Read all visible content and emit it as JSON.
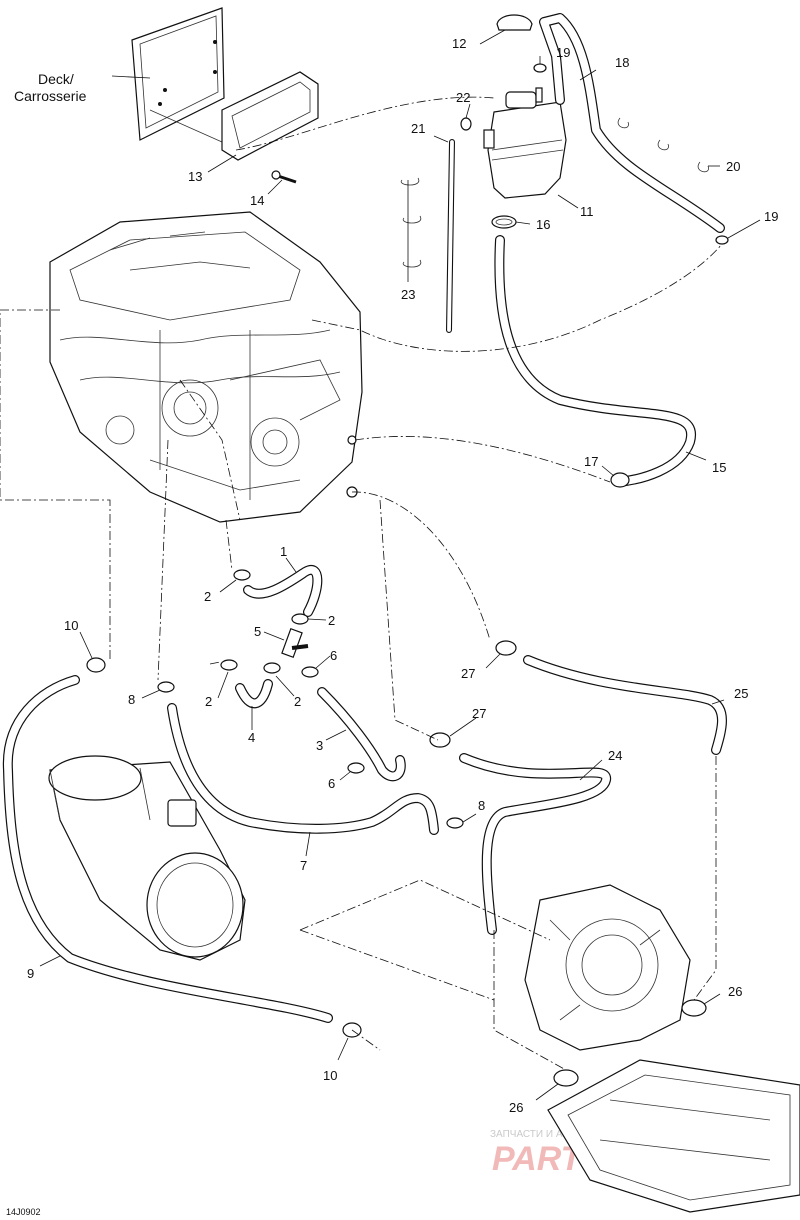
{
  "diagram_code": "14J0902",
  "deck_label": [
    "Deck/",
    "Carrosserie"
  ],
  "callouts": {
    "c1": "1",
    "c2a": "2",
    "c2b": "2",
    "c2c": "2",
    "c2d": "2",
    "c3": "3",
    "c4": "4",
    "c5": "5",
    "c6a": "6",
    "c6b": "6",
    "c7": "7",
    "c8a": "8",
    "c8b": "8",
    "c9": "9",
    "c10a": "10",
    "c10b": "10",
    "c11": "11",
    "c12": "12",
    "c13": "13",
    "c14": "14",
    "c15": "15",
    "c16": "16",
    "c17": "17",
    "c18": "18",
    "c19a": "19",
    "c19b": "19",
    "c20": "20",
    "c21": "21",
    "c22": "22",
    "c23": "23",
    "c24": "24",
    "c25": "25",
    "c26a": "26",
    "c26b": "26",
    "c27a": "27",
    "c27b": "27"
  },
  "watermark": {
    "tagline": "ЗАПЧАСТИ И АКСЕССУАРЫ ДЛЯ МОТОТЕХНИКИ",
    "brand": "PARTSPORT.RU"
  }
}
